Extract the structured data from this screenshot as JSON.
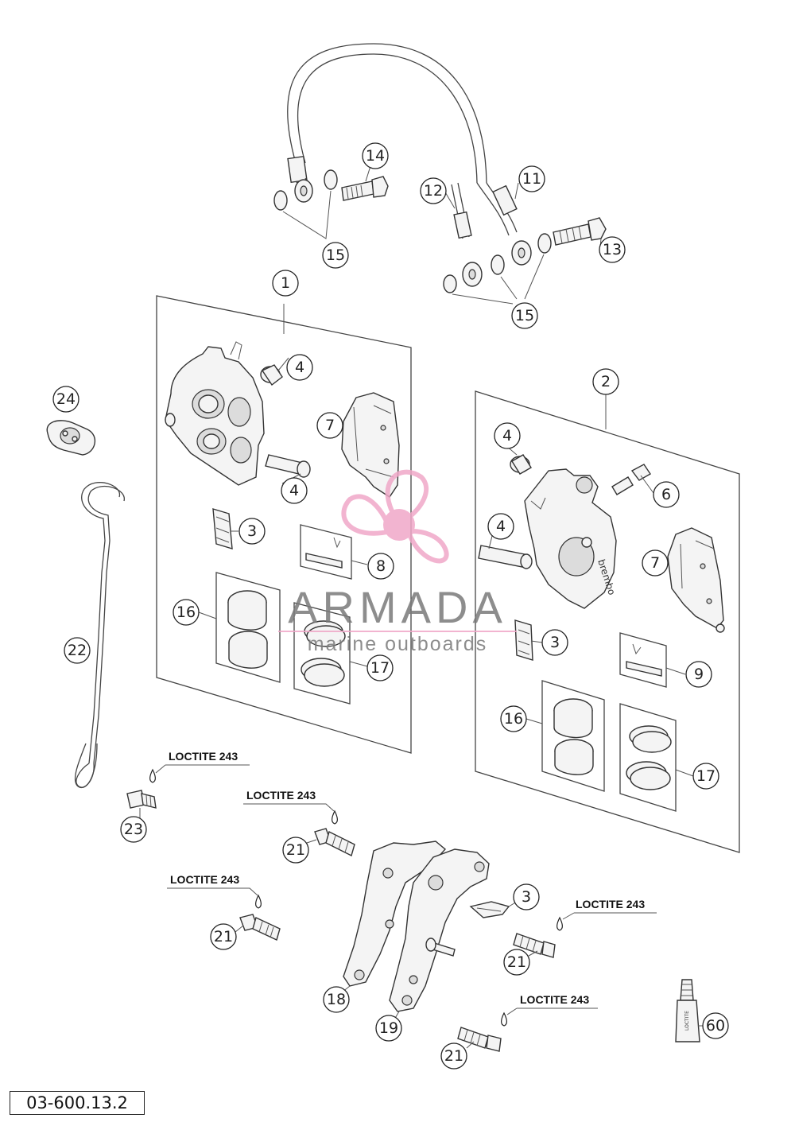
{
  "diagram_code": "03-600.13.2",
  "watermark": {
    "brand": "ARMADA",
    "tagline": "marine outboards",
    "accent_color": "#f0a8c8"
  },
  "loctite_label": "LOCTITE 243",
  "callouts": {
    "c1": "1",
    "c2": "2",
    "c3a": "3",
    "c3b": "3",
    "c3c": "3",
    "c4a": "4",
    "c4b": "4",
    "c4c": "4",
    "c4d": "4",
    "c6": "6",
    "c7a": "7",
    "c7b": "7",
    "c8": "8",
    "c9": "9",
    "c11": "11",
    "c12": "12",
    "c13": "13",
    "c14": "14",
    "c15a": "15",
    "c15b": "15",
    "c16a": "16",
    "c16b": "16",
    "c17a": "17",
    "c17b": "17",
    "c18": "18",
    "c19": "19",
    "c21a": "21",
    "c21b": "21",
    "c21c": "21",
    "c21d": "21",
    "c22": "22",
    "c23": "23",
    "c24": "24",
    "c60": "60"
  },
  "caliper_marking": "brembo",
  "tube_marking": "LOCTITE"
}
